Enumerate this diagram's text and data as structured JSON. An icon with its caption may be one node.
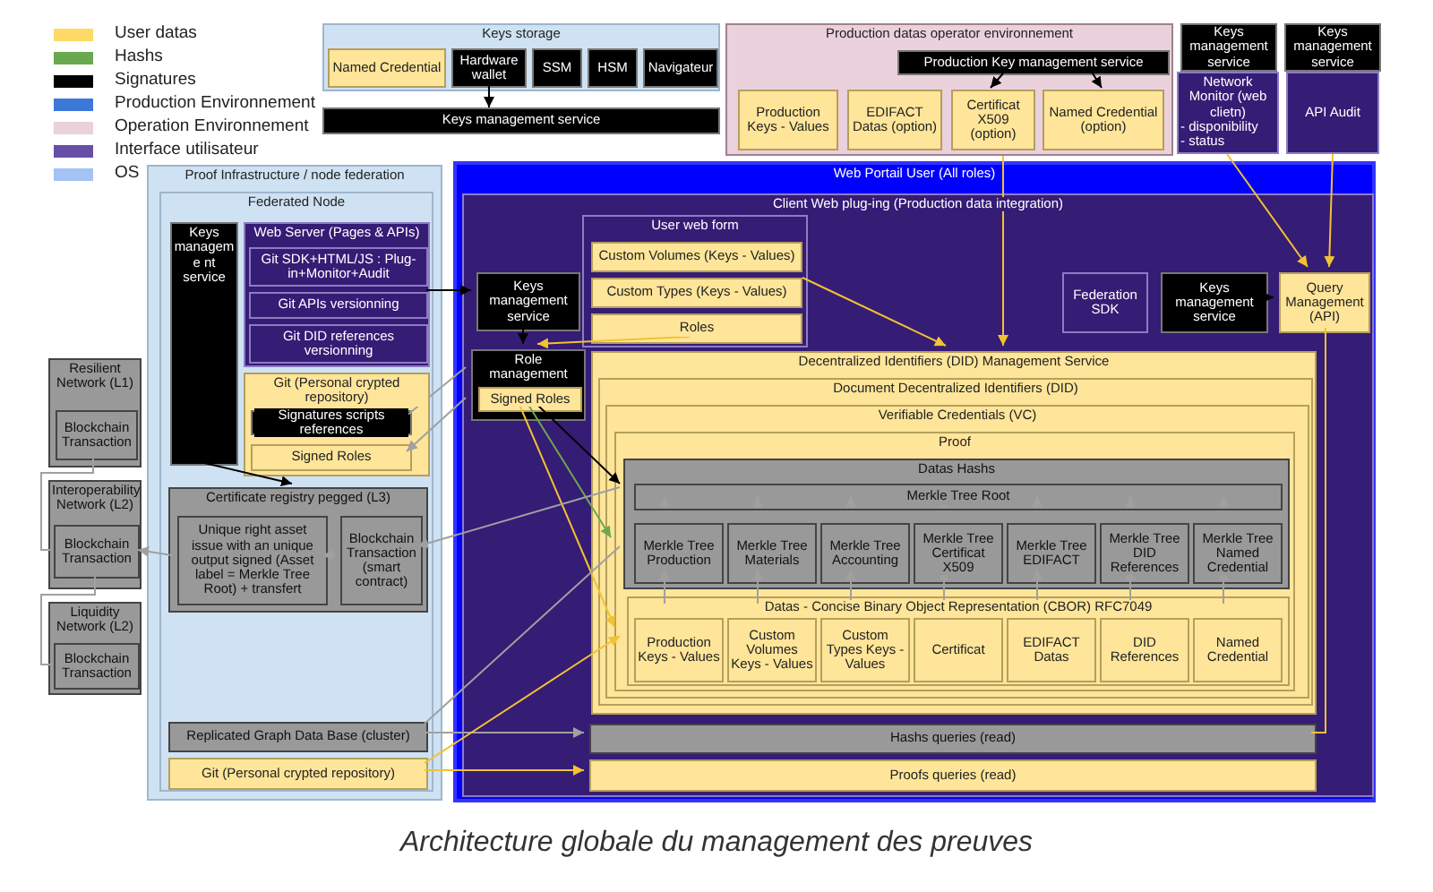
{
  "diagram": {
    "caption": "Architecture globale du management des preuves",
    "nodes": [
      {
        "text": [
          "Keys storage"
        ]
      },
      {
        "text": [
          "Named Credential"
        ],
        "in": 0
      },
      {
        "text": [
          "Hardware wallet"
        ],
        "in": 0
      },
      {
        "text": [
          "SSM"
        ],
        "in": 0
      },
      {
        "text": [
          "HSM"
        ],
        "in": 0
      },
      {
        "text": [
          "Navigateur"
        ],
        "in": 0
      },
      {
        "text": [
          "Keys management service"
        ]
      },
      {
        "text": [
          "Production datas operator environnement"
        ]
      },
      {
        "text": [
          "Production Key management service"
        ],
        "in": 7
      },
      {
        "text": [
          "Production Keys - Values"
        ],
        "in": 7
      },
      {
        "text": [
          "EDIFACT Datas (option)"
        ],
        "in": 7
      },
      {
        "text": [
          "Certificat X509 (option)"
        ],
        "in": 7
      },
      {
        "text": [
          "Named Credential (option)"
        ],
        "in": 7
      },
      {
        "text": [
          "Keys management service"
        ]
      },
      {
        "text": [
          "Network Monitor (web clietn)",
          "- disponibility",
          "- status"
        ]
      },
      {
        "text": [
          "Keys management service"
        ]
      },
      {
        "text": [
          "API Audit"
        ]
      },
      {
        "text": [
          "Proof Infrastructure / node federation"
        ]
      },
      {
        "text": [
          "Federated Node"
        ],
        "in": 17
      },
      {
        "text": [
          "Keys manageme nt service"
        ],
        "in": 18
      },
      {
        "text": [
          "Web Server (Pages & APIs)"
        ],
        "in": 18
      },
      {
        "text": [
          "Git SDK+HTML/JS : Plug-in+Monitor+Audit"
        ],
        "in": 20
      },
      {
        "text": [
          "Git APIs versionning"
        ],
        "in": 20
      },
      {
        "text": [
          "Git DID references versionning"
        ],
        "in": 20
      },
      {
        "text": [
          "Git (Personal crypted repository)"
        ],
        "in": 18
      },
      {
        "text": [
          "Signatures scripts references"
        ],
        "in": 24
      },
      {
        "text": [
          "Signed Roles"
        ],
        "in": 24
      },
      {
        "text": [
          "Certificate  registry pegged (L3)"
        ],
        "in": 18
      },
      {
        "text": [
          "Unique right asset issue with an unique output signed  (Asset label = Merkle Tree Root) + transfert"
        ],
        "in": 27
      },
      {
        "text": [
          "Blockchain Transaction",
          "(smart contract)"
        ],
        "in": 27
      },
      {
        "text": [
          "Replicated Graph Data Base (cluster)"
        ],
        "in": 18
      },
      {
        "text": [
          "Git (Personal crypted repository)"
        ],
        "in": 18
      },
      {
        "text": [
          "Resilient Network (L1)"
        ]
      },
      {
        "text": [
          "Blockchain Transaction"
        ],
        "in": 32
      },
      {
        "text": [
          "Interoperability Network (L2)"
        ]
      },
      {
        "text": [
          "Blockchain Transaction"
        ],
        "in": 34
      },
      {
        "text": [
          "Liquidity Network (L2)"
        ]
      },
      {
        "text": [
          "Blockchain Transaction"
        ],
        "in": 36
      },
      {
        "text": [
          "Web Portail User (All roles)"
        ]
      },
      {
        "text": [
          "Client Web plug-ing (Production data integration)"
        ],
        "in": 38
      },
      {
        "text": [
          "User web form"
        ],
        "in": 39
      },
      {
        "text": [
          "Custom Volumes (Keys - Values)"
        ],
        "in": 40
      },
      {
        "text": [
          "Custom Types (Keys - Values)"
        ],
        "in": 40
      },
      {
        "text": [
          "Roles"
        ],
        "in": 40
      },
      {
        "text": [
          "Keys management service"
        ],
        "in": 39
      },
      {
        "text": [
          "Role management"
        ],
        "in": 39
      },
      {
        "text": [
          "Signed Roles"
        ],
        "in": 45
      },
      {
        "text": [
          "Federation SDK"
        ],
        "in": 39
      },
      {
        "text": [
          "Keys management service"
        ],
        "in": 39
      },
      {
        "text": [
          "Query Management (API)"
        ],
        "in": 39
      },
      {
        "text": [
          "Decentralized Identifiers (DID) Management Service"
        ],
        "in": 39
      },
      {
        "text": [
          "Document Decentralized Identifiers (DID)"
        ],
        "in": 50
      },
      {
        "text": [
          "Verifiable Credentials (VC)"
        ],
        "in": 51
      },
      {
        "text": [
          "Proof"
        ],
        "in": 52
      },
      {
        "text": [
          "Datas Hashs"
        ],
        "in": 53
      },
      {
        "text": [
          "Merkle Tree Root"
        ],
        "in": 54
      },
      {
        "text": [
          "Merkle Tree Production"
        ],
        "in": 54
      },
      {
        "text": [
          "Merkle Tree Materials"
        ],
        "in": 54
      },
      {
        "text": [
          "Merkle Tree Accounting"
        ],
        "in": 54
      },
      {
        "text": [
          "Merkle Tree Certificat X509"
        ],
        "in": 54
      },
      {
        "text": [
          "Merkle Tree EDIFACT"
        ],
        "in": 54
      },
      {
        "text": [
          "Merkle Tree DID References"
        ],
        "in": 54
      },
      {
        "text": [
          "Merkle Tree Named Credential"
        ],
        "in": 54
      },
      {
        "text": [
          "Datas - Concise Binary Object Representation (CBOR) RFC7049"
        ],
        "in": 53
      },
      {
        "text": [
          "Production Keys - Values"
        ],
        "in": 63
      },
      {
        "text": [
          "Custom Volumes Keys - Values"
        ],
        "in": 63
      },
      {
        "text": [
          "Custom Types Keys - Values"
        ],
        "in": 63
      },
      {
        "text": [
          "Certificat"
        ],
        "in": 63
      },
      {
        "text": [
          "EDIFACT Datas"
        ],
        "in": 63
      },
      {
        "text": [
          "DID References"
        ],
        "in": 63
      },
      {
        "text": [
          "Named Credential"
        ],
        "in": 63
      },
      {
        "text": [
          "Hashs queries (read)"
        ],
        "in": 39
      },
      {
        "text": [
          "Proofs queries (read)"
        ],
        "in": 39
      }
    ],
    "edges": [
      {
        "from": 2,
        "to": 6,
        "arrow": "to",
        "color": "#000000"
      },
      {
        "from": 8,
        "to": 11,
        "arrow": "to",
        "color": "#000000"
      },
      {
        "from": 8,
        "to": 12,
        "arrow": "to",
        "color": "#000000"
      },
      {
        "from": 20,
        "to": 44,
        "arrow": "to",
        "color": "#000000"
      },
      {
        "from": 44,
        "to": 45,
        "arrow": "to",
        "color": "#000000"
      },
      {
        "from": 43,
        "to": 45,
        "arrow": "to",
        "color": "#f1c232"
      },
      {
        "from": 25,
        "to": 45,
        "arrow": "none"
      },
      {
        "from": 45,
        "to": 26,
        "arrow": "to"
      },
      {
        "from": 19,
        "to": 27,
        "arrow": "to",
        "color": "#000000"
      },
      {
        "from": 29,
        "to": 28,
        "arrow": "to"
      },
      {
        "from": 28,
        "to": 35,
        "arrow": "to"
      },
      {
        "from": 33,
        "to": 35,
        "arrow": "none"
      },
      {
        "from": 35,
        "to": 37,
        "arrow": "none"
      },
      {
        "from": 46,
        "to": 55,
        "arrow": "to",
        "color": "#000000"
      },
      {
        "from": 46,
        "to": 54,
        "arrow": "to",
        "color": "#6aa84f"
      },
      {
        "from": 46,
        "to": 63,
        "arrow": "to",
        "color": "#f1c232"
      },
      {
        "from": 55,
        "to": 29,
        "arrow": "to"
      },
      {
        "from": 30,
        "to": 56,
        "arrow": "none"
      },
      {
        "from": 30,
        "to": 71,
        "arrow": "to"
      },
      {
        "from": 31,
        "to": 64,
        "arrow": "to",
        "color": "#f1c232"
      },
      {
        "from": 31,
        "to": 72,
        "arrow": "to",
        "color": "#f1c232"
      },
      {
        "from": 40,
        "to": 50,
        "arrow": "to",
        "color": "#f1c232"
      },
      {
        "from": 7,
        "to": 50,
        "arrow": "to",
        "color": "#f1c232"
      },
      {
        "from": 14,
        "to": 49,
        "arrow": "to",
        "color": "#f1c232"
      },
      {
        "from": 16,
        "to": 49,
        "arrow": "to",
        "color": "#f1c232"
      },
      {
        "from": 48,
        "to": 49,
        "arrow": "to",
        "color": "#000000"
      },
      {
        "from": 49,
        "to": 71,
        "arrow": "none",
        "color": "#f1c232"
      },
      {
        "from": 56,
        "to": 55,
        "arrow": "to"
      },
      {
        "from": 57,
        "to": 55,
        "arrow": "to"
      },
      {
        "from": 58,
        "to": 55,
        "arrow": "to"
      },
      {
        "from": 59,
        "to": 55,
        "arrow": "to"
      },
      {
        "from": 60,
        "to": 55,
        "arrow": "to"
      },
      {
        "from": 61,
        "to": 55,
        "arrow": "to"
      },
      {
        "from": 62,
        "to": 55,
        "arrow": "to"
      },
      {
        "from": 64,
        "to": 56,
        "arrow": "to"
      },
      {
        "from": 65,
        "to": 57,
        "arrow": "to"
      },
      {
        "from": 66,
        "to": 58,
        "arrow": "to"
      },
      {
        "from": 67,
        "to": 59,
        "arrow": "to"
      },
      {
        "from": 68,
        "to": 60,
        "arrow": "to"
      },
      {
        "from": 69,
        "to": 61,
        "arrow": "to"
      },
      {
        "from": 70,
        "to": 62,
        "arrow": "to"
      }
    ],
    "legend": [
      {
        "text": "User datas",
        "color": "#ffd966"
      },
      {
        "text": "Hashs",
        "color": "#6aa84f"
      },
      {
        "text": "Signatures",
        "color": "#000000"
      },
      {
        "text": "Production Environnement",
        "color": "#3c78d8"
      },
      {
        "text": "Operation Environnement",
        "color": "#ead1dc"
      },
      {
        "text": "Interface utilisateur",
        "color": "#674ea7"
      },
      {
        "text": "OS",
        "color": "#a4c2f4"
      }
    ]
  }
}
